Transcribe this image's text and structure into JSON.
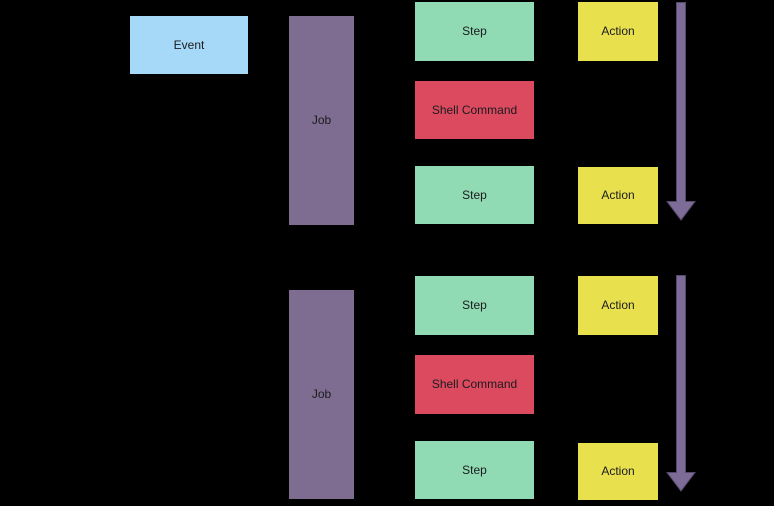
{
  "diagram": {
    "event": {
      "label": "Event"
    },
    "groups": [
      {
        "job": {
          "label": "Job"
        },
        "rows": [
          {
            "step": {
              "label": "Step"
            },
            "action": {
              "label": "Action"
            }
          },
          {
            "step": {
              "label": "Shell Command"
            }
          },
          {
            "step": {
              "label": "Step"
            },
            "action": {
              "label": "Action"
            }
          }
        ],
        "arrow": "down"
      },
      {
        "job": {
          "label": "Job"
        },
        "rows": [
          {
            "step": {
              "label": "Step"
            },
            "action": {
              "label": "Action"
            }
          },
          {
            "step": {
              "label": "Shell Command"
            }
          },
          {
            "step": {
              "label": "Step"
            },
            "action": {
              "label": "Action"
            }
          }
        ],
        "arrow": "down"
      }
    ]
  },
  "colors": {
    "background": "#000000",
    "event_fill": "#a6d8f7",
    "job_fill": "#7e6d90",
    "step_fill": "#90dbb3",
    "shell_command_fill": "#db4a5e",
    "action_fill": "#e8e14d",
    "arrow_fill": "#7d6c97",
    "arrow_stroke": "#554969",
    "text": "#1b1b1f"
  }
}
